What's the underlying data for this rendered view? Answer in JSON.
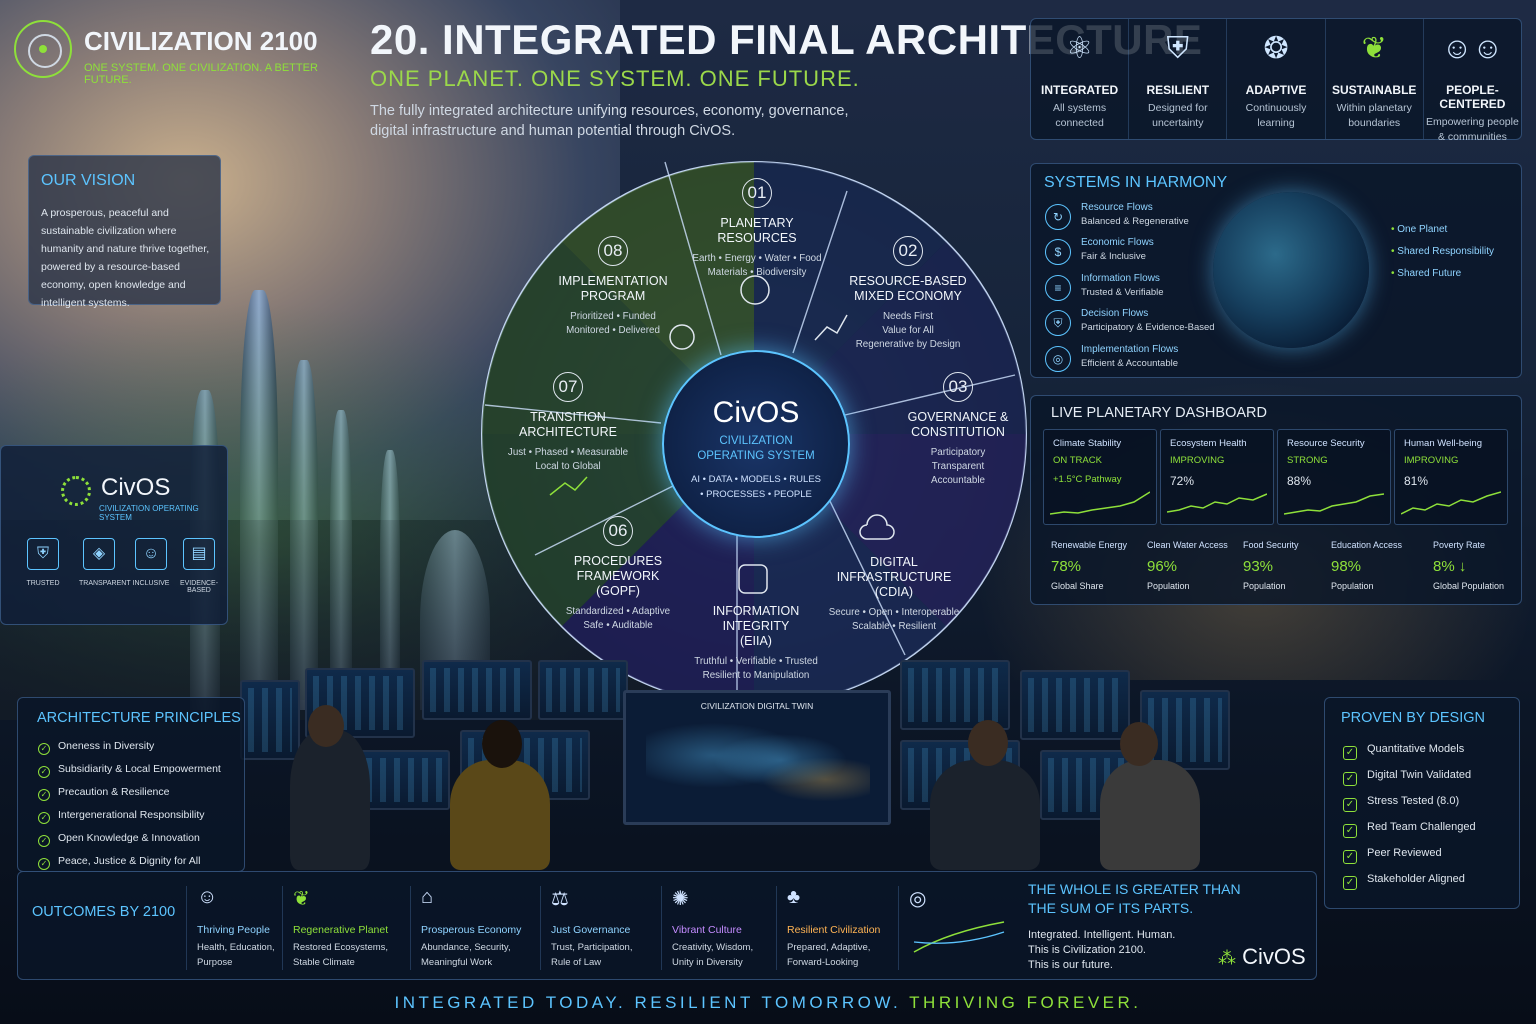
{
  "brand": {
    "title": "CIVILIZATION 2100",
    "tagline": "ONE SYSTEM. ONE CIVILIZATION. A BETTER FUTURE."
  },
  "header": {
    "title": "20. INTEGRATED FINAL ARCHITECTURE",
    "subtitle": "ONE PLANET. ONE SYSTEM. ONE FUTURE.",
    "description": "The fully integrated architecture unifying resources, economy, governance, digital infrastructure and human potential through CivOS."
  },
  "attributes": [
    {
      "icon": "network-icon",
      "title": "INTEGRATED",
      "line1": "All systems",
      "line2": "connected"
    },
    {
      "icon": "shield-icon",
      "title": "RESILIENT",
      "line1": "Designed for",
      "line2": "uncertainty"
    },
    {
      "icon": "brain-icon",
      "title": "ADAPTIVE",
      "line1": "Continuously",
      "line2": "learning"
    },
    {
      "icon": "leaf-icon",
      "title": "SUSTAINABLE",
      "line1": "Within planetary",
      "line2": "boundaries"
    },
    {
      "icon": "people-icon",
      "title": "PEOPLE-CENTERED",
      "line1": "Empowering people",
      "line2": "& communities"
    }
  ],
  "vision": {
    "title": "OUR VISION",
    "text": "A prosperous, peaceful and sustainable civilization where humanity and nature thrive together, powered by a resource-based economy, open knowledge and intelligent systems."
  },
  "civos_panel": {
    "name": "CivOS",
    "subtitle": "CIVILIZATION OPERATING SYSTEM",
    "badges": [
      "TRUSTED",
      "TRANSPARENT",
      "INCLUSIVE",
      "EVIDENCE-BASED"
    ]
  },
  "wheel": {
    "core": {
      "title": "CivOS",
      "line1": "CIVILIZATION",
      "line2": "OPERATING SYSTEM",
      "line3": "AI • DATA • MODELS • RULES",
      "line4": "• PROCESSES • PEOPLE"
    },
    "segments": [
      {
        "num": "01",
        "title1": "PLANETARY RESOURCES",
        "title2": "",
        "desc1": "Earth • Energy • Water • Food",
        "desc2": "Materials • Biodiversity",
        "desc3": ""
      },
      {
        "num": "02",
        "title1": "RESOURCE-BASED",
        "title2": "MIXED ECONOMY",
        "desc1": "Needs First",
        "desc2": "Value for All",
        "desc3": "Regenerative by Design"
      },
      {
        "num": "03",
        "title1": "GOVERNANCE &",
        "title2": "CONSTITUTION",
        "desc1": "Participatory",
        "desc2": "Transparent",
        "desc3": "Accountable"
      },
      {
        "num": "",
        "title1": "DIGITAL INFRASTRUCTURE",
        "title2": "(CDIA)",
        "desc1": "Secure • Open • Interoperable",
        "desc2": "Scalable • Resilient",
        "desc3": ""
      },
      {
        "num": "",
        "title1": "INFORMATION INTEGRITY",
        "title2": "(EIIA)",
        "desc1": "Truthful • Verifiable • Trusted",
        "desc2": "Resilient to Manipulation",
        "desc3": ""
      },
      {
        "num": "06",
        "title1": "PROCEDURES FRAMEWORK",
        "title2": "(GOPF)",
        "desc1": "Standardized • Adaptive",
        "desc2": "Safe • Auditable",
        "desc3": ""
      },
      {
        "num": "07",
        "title1": "TRANSITION ARCHITECTURE",
        "title2": "",
        "desc1": "Just • Phased • Measurable",
        "desc2": "Local to Global",
        "desc3": ""
      },
      {
        "num": "08",
        "title1": "IMPLEMENTATION",
        "title2": "PROGRAM",
        "desc1": "Prioritized • Funded",
        "desc2": "Monitored • Delivered",
        "desc3": ""
      }
    ]
  },
  "harmony": {
    "title": "SYSTEMS IN HARMONY",
    "flows": [
      {
        "icon": "cycle-icon",
        "name": "Resource Flows",
        "desc": "Balanced & Regenerative"
      },
      {
        "icon": "coins-icon",
        "name": "Economic Flows",
        "desc": "Fair & Inclusive"
      },
      {
        "icon": "data-icon",
        "name": "Information Flows",
        "desc": "Trusted & Verifiable"
      },
      {
        "icon": "shield-icon",
        "name": "Decision Flows",
        "desc": "Participatory & Evidence-Based"
      },
      {
        "icon": "target-icon",
        "name": "Implementation Flows",
        "desc": "Efficient & Accountable"
      }
    ],
    "globe_points": [
      "One Planet",
      "Shared Responsibility",
      "Shared Future"
    ]
  },
  "dashboard": {
    "title": "LIVE PLANETARY DASHBOARD",
    "kpis": [
      {
        "name": "Climate Stability",
        "status": "ON TRACK",
        "value": "+1.5°C Pathway"
      },
      {
        "name": "Ecosystem Health",
        "status": "IMPROVING",
        "value": "72%"
      },
      {
        "name": "Resource Security",
        "status": "STRONG",
        "value": "88%"
      },
      {
        "name": "Human Well-being",
        "status": "IMPROVING",
        "value": "81%"
      }
    ],
    "metrics": [
      {
        "name": "Renewable Energy",
        "value": "78%",
        "unit": "Global Share"
      },
      {
        "name": "Clean Water Access",
        "value": "96%",
        "unit": "Population"
      },
      {
        "name": "Food Security",
        "value": "93%",
        "unit": "Population"
      },
      {
        "name": "Education Access",
        "value": "98%",
        "unit": "Population"
      },
      {
        "name": "Poverty Rate",
        "value": "8% ↓",
        "unit": "Global Population"
      }
    ]
  },
  "principles": {
    "title": "ARCHITECTURE PRINCIPLES",
    "items": [
      "Oneness in Diversity",
      "Subsidiarity & Local Empowerment",
      "Precaution & Resilience",
      "Intergenerational Responsibility",
      "Open Knowledge & Innovation",
      "Peace, Justice & Dignity for All"
    ]
  },
  "proven": {
    "title": "PROVEN BY DESIGN",
    "items": [
      "Quantitative Models",
      "Digital Twin Validated",
      "Stress Tested (8.0)",
      "Red Team Challenged",
      "Peer Reviewed",
      "Stakeholder Aligned"
    ]
  },
  "outcomes": {
    "title": "OUTCOMES BY 2100",
    "items": [
      {
        "icon": "people-icon",
        "name": "Thriving People",
        "line1": "Health, Education,",
        "line2": "Purpose",
        "color": "#8fd3ff"
      },
      {
        "icon": "leaf-icon",
        "name": "Regenerative Planet",
        "line1": "Restored Ecosystems,",
        "line2": "Stable Climate",
        "color": "#8ee03a"
      },
      {
        "icon": "bank-icon",
        "name": "Prosperous Economy",
        "line1": "Abundance, Security,",
        "line2": "Meaningful Work",
        "color": "#8fd3ff"
      },
      {
        "icon": "scales-icon",
        "name": "Just Governance",
        "line1": "Trust, Participation,",
        "line2": "Rule of Law",
        "color": "#8fd3ff"
      },
      {
        "icon": "culture-icon",
        "name": "Vibrant Culture",
        "line1": "Creativity, Wisdom,",
        "line2": "Unity in Diversity",
        "color": "#c48cff"
      },
      {
        "icon": "tree-icon",
        "name": "Resilient Civilization",
        "line1": "Prepared, Adaptive,",
        "line2": "Forward-Looking",
        "color": "#ffb454"
      }
    ],
    "whole_line1": "THE WHOLE IS GREATER THAN",
    "whole_line2": "THE SUM OF ITS PARTS.",
    "closing1": "Integrated. Intelligent. Human.",
    "closing2": "This is Civilization 2100.",
    "closing3": "This is our future.",
    "brand": "CivOS"
  },
  "twin_label": "CIVILIZATION DIGITAL TWIN",
  "tagline": {
    "part1": "INTEGRATED TODAY.",
    "part2": "RESILIENT TOMORROW.",
    "part3": "THRIVING FOREVER."
  },
  "colors": {
    "accent": "#5cc4ff",
    "green": "#8ee03a",
    "panel": "#0a1628"
  }
}
